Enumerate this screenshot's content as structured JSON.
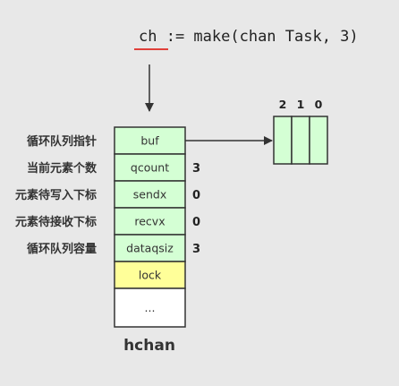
{
  "code": {
    "var": "ch",
    "rest": " := make(chan Task, 3)",
    "underline_color": "#e0403a"
  },
  "struct": {
    "name": "hchan",
    "fields": [
      {
        "name": "buf",
        "label": "循环队列指针",
        "value": "",
        "fill": "#d4ffd4"
      },
      {
        "name": "qcount",
        "label": "当前元素个数",
        "value": "3",
        "fill": "#d4ffd4"
      },
      {
        "name": "sendx",
        "label": "元素待写入下标",
        "value": "0",
        "fill": "#d4ffd4"
      },
      {
        "name": "recvx",
        "label": "元素待接收下标",
        "value": "0",
        "fill": "#d4ffd4"
      },
      {
        "name": "dataqsiz",
        "label": "循环队列容量",
        "value": "3",
        "fill": "#d4ffd4"
      },
      {
        "name": "lock",
        "label": "",
        "value": "",
        "fill": "#ffff99"
      },
      {
        "name": "...",
        "label": "",
        "value": "",
        "fill": "#ffffff"
      }
    ]
  },
  "buffer": {
    "indices": [
      "2",
      "1",
      "0"
    ],
    "fill": "#d4ffd4"
  }
}
